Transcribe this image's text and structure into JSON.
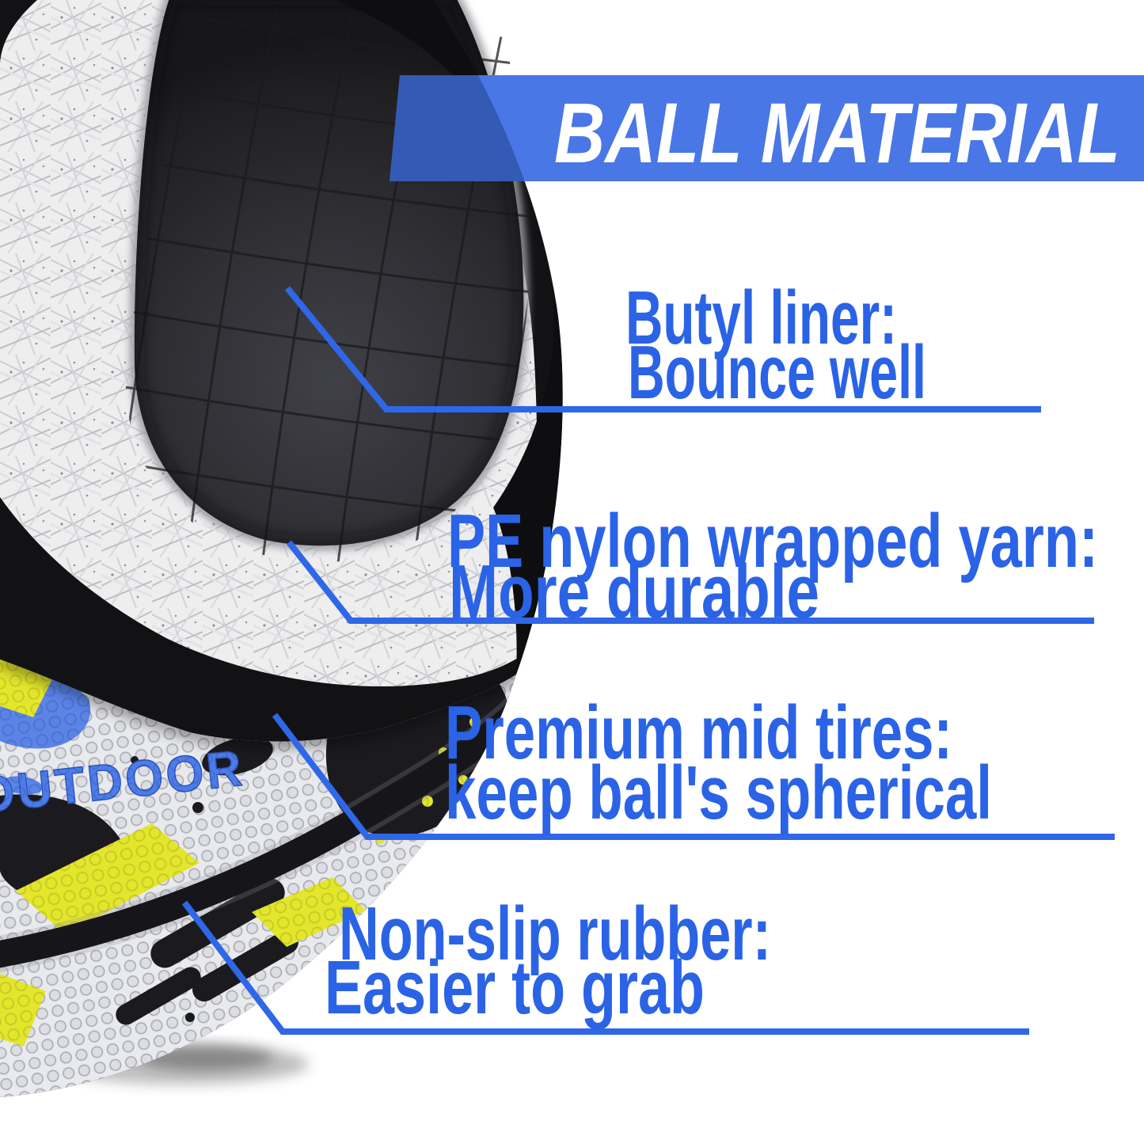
{
  "banner": {
    "title": "BALL MATERIAL",
    "bg_color": "#4a77e6",
    "text_color": "#ffffff"
  },
  "labels": [
    {
      "id": "butyl-liner",
      "line1": "Butyl liner:",
      "line2": "Bounce well"
    },
    {
      "id": "pe-nylon-yarn",
      "line1": "PE nylon wrapped yarn:",
      "line2": "More durable"
    },
    {
      "id": "mid-tires",
      "line1": "Premium mid tires:",
      "line2": "keep ball's spherical"
    },
    {
      "id": "non-slip",
      "line1": "Non-slip rubber:",
      "line2": "Easier to grab"
    }
  ],
  "ball": {
    "logo_text": "OUTDOOR",
    "label_text_color": "#2b63e6",
    "leader_line_color": "#2f67e6",
    "camo_yellow": "#e3e62b",
    "camo_blue": "#4b7ae8",
    "bladder_color": "#2c2c30",
    "yarn_color": "#ededee",
    "rubber_black": "#121215"
  }
}
